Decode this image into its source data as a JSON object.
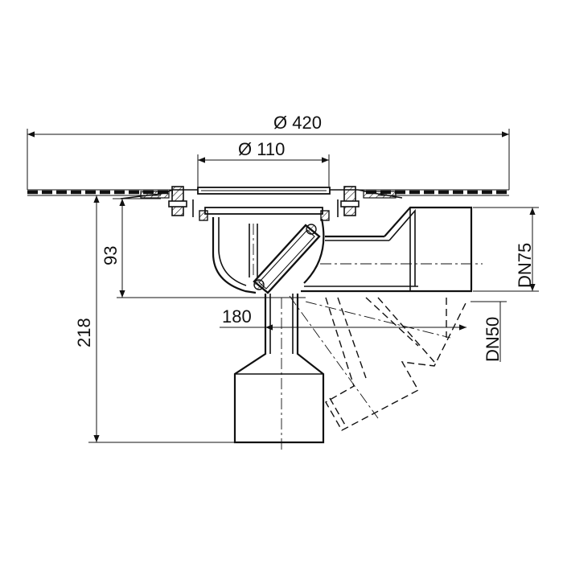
{
  "dimensions": {
    "overall_diameter": "Ø 420",
    "grate_diameter": "Ø 110",
    "height_total": "218",
    "height_outlet": "93",
    "offset": "180",
    "outlet_upper": "DN75",
    "outlet_lower": "DN50"
  },
  "colors": {
    "line": "#111111",
    "background": "#ffffff"
  }
}
